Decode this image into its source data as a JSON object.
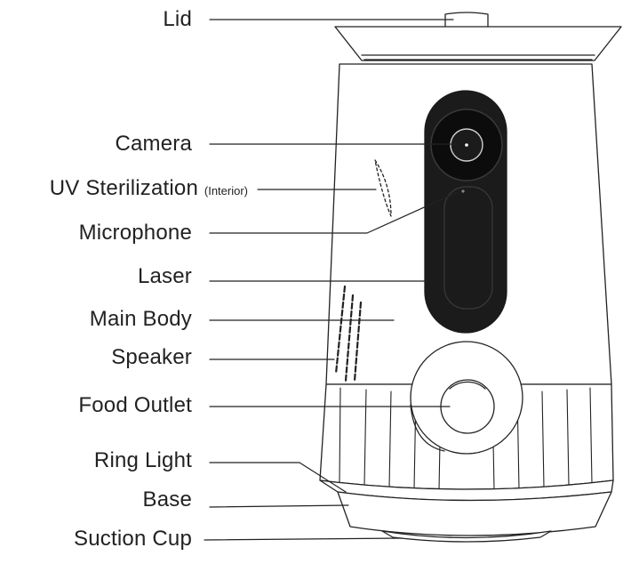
{
  "diagram": {
    "labels": [
      {
        "id": "lid",
        "text": "Lid"
      },
      {
        "id": "camera",
        "text": "Camera"
      },
      {
        "id": "uv",
        "text": "UV Sterilization",
        "note": "(Interior)"
      },
      {
        "id": "microphone",
        "text": "Microphone"
      },
      {
        "id": "laser",
        "text": "Laser"
      },
      {
        "id": "main-body",
        "text": "Main Body"
      },
      {
        "id": "speaker",
        "text": "Speaker"
      },
      {
        "id": "food-outlet",
        "text": "Food Outlet"
      },
      {
        "id": "ring-light",
        "text": "Ring Light"
      },
      {
        "id": "base",
        "text": "Base"
      },
      {
        "id": "suction-cup",
        "text": "Suction Cup"
      }
    ]
  }
}
